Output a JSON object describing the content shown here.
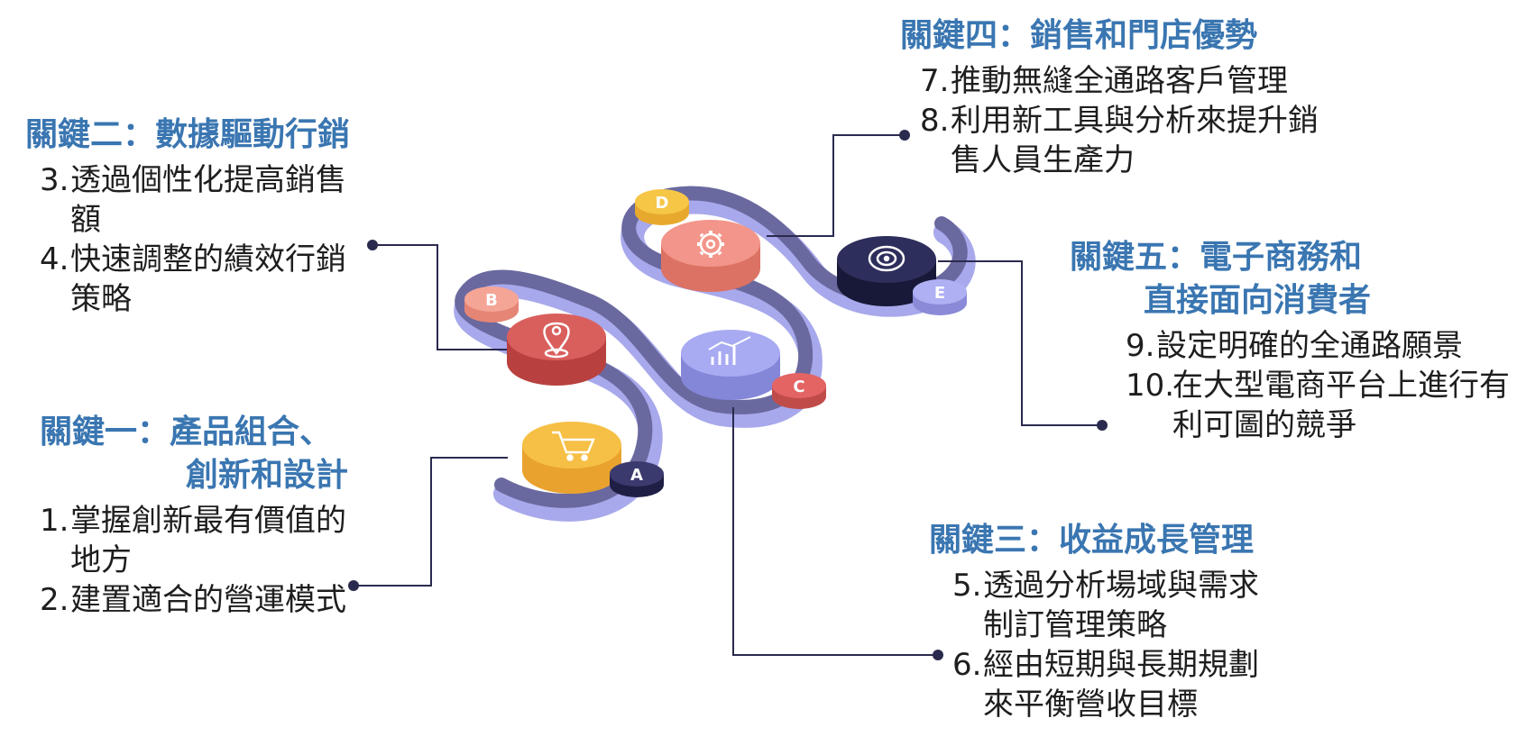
{
  "sections": {
    "k1": {
      "title_lines": [
        "關鍵一：產品組合、",
        "創新和設計"
      ],
      "items": [
        {
          "num": "1.",
          "text": "掌握創新最有價值的地方"
        },
        {
          "num": "2.",
          "text": "建置適合的營運模式"
        }
      ]
    },
    "k2": {
      "title": "關鍵二：數據驅動行銷",
      "items": [
        {
          "num": "3.",
          "text": "透過個性化提高銷售額"
        },
        {
          "num": "4.",
          "text": "快速調整的績效行銷策略"
        }
      ]
    },
    "k3": {
      "title": "關鍵三：收益成長管理",
      "items": [
        {
          "num": "5.",
          "text": "透過分析場域與需求制訂管理策略"
        },
        {
          "num": "6.",
          "text": "經由短期與長期規劃來平衡營收目標"
        }
      ]
    },
    "k4": {
      "title": "關鍵四：銷售和門店優勢",
      "items": [
        {
          "num": "7.",
          "text": "推動無縫全通路客戶管理"
        },
        {
          "num": "8.",
          "text": "利用新工具與分析來提升銷售人員生產力"
        }
      ]
    },
    "k5": {
      "title_lines": [
        "關鍵五：電子商務和",
        "直接面向消費者"
      ],
      "items": [
        {
          "num": "9.",
          "text": "設定明確的全通路願景"
        },
        {
          "num": "10.",
          "text": "在大型電商平台上進行有利可圖的競爭"
        }
      ]
    }
  },
  "badges": {
    "a": "A",
    "b": "B",
    "c": "C",
    "d": "D",
    "e": "E"
  },
  "icons": {
    "a": "shopping-cart-icon",
    "b": "location-pin-icon",
    "c": "bar-chart-icon",
    "d": "gear-icon",
    "e": "target-icon"
  },
  "colors": {
    "title": "#3a76b1",
    "text": "#1e1e1e",
    "track_dark": "#6a699f",
    "track_light": "#a8a8ec",
    "connector": "#2a2a4e",
    "disk_a": "#f6bf45",
    "disk_b": "#d95f5d",
    "disk_c": "#a8aaf2",
    "disk_d": "#f3958a",
    "disk_e": "#2e2e5c"
  }
}
